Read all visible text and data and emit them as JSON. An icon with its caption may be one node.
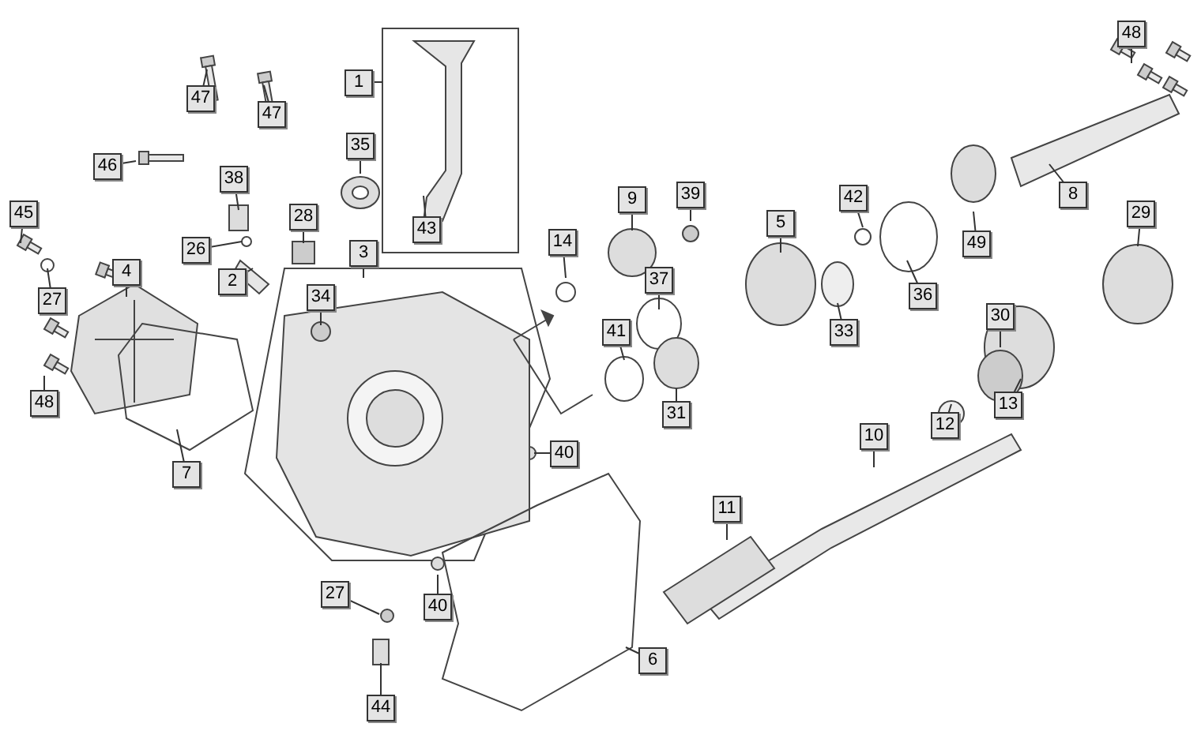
{
  "diagram": {
    "nodes": [
      {
        "text": [
          "48"
        ]
      },
      {
        "text": [
          "1"
        ]
      },
      {
        "text": [
          "47"
        ]
      },
      {
        "text": [
          "47"
        ]
      },
      {
        "text": [
          "35"
        ]
      },
      {
        "text": [
          "46"
        ]
      },
      {
        "text": [
          "38"
        ]
      },
      {
        "text": [
          "8"
        ]
      },
      {
        "text": [
          "9"
        ]
      },
      {
        "text": [
          "39"
        ]
      },
      {
        "text": [
          "42"
        ]
      },
      {
        "text": [
          "29"
        ]
      },
      {
        "text": [
          "45"
        ]
      },
      {
        "text": [
          "28"
        ]
      },
      {
        "text": [
          "5"
        ]
      },
      {
        "text": [
          "43"
        ]
      },
      {
        "text": [
          "26"
        ]
      },
      {
        "text": [
          "14"
        ]
      },
      {
        "text": [
          "49"
        ]
      },
      {
        "text": [
          "3"
        ]
      },
      {
        "text": [
          "4"
        ]
      },
      {
        "text": [
          "2"
        ]
      },
      {
        "text": [
          "37"
        ]
      },
      {
        "text": [
          "36"
        ]
      },
      {
        "text": [
          "27"
        ]
      },
      {
        "text": [
          "34"
        ]
      },
      {
        "text": [
          "30"
        ]
      },
      {
        "text": [
          "41"
        ]
      },
      {
        "text": [
          "33"
        ]
      },
      {
        "text": [
          "48"
        ]
      },
      {
        "text": [
          "13"
        ]
      },
      {
        "text": [
          "31"
        ]
      },
      {
        "text": [
          "12"
        ]
      },
      {
        "text": [
          "10"
        ]
      },
      {
        "text": [
          "40"
        ]
      },
      {
        "text": [
          "7"
        ]
      },
      {
        "text": [
          "11"
        ]
      },
      {
        "text": [
          "40"
        ]
      },
      {
        "text": [
          "27"
        ]
      },
      {
        "text": [
          "6"
        ]
      },
      {
        "text": [
          "44"
        ]
      }
    ],
    "edges": [
      {
        "from": 0,
        "to": null,
        "arrow": "none"
      },
      {
        "from": 1,
        "to": null,
        "arrow": "none"
      },
      {
        "from": 2,
        "to": null,
        "arrow": "none"
      },
      {
        "from": 3,
        "to": null,
        "arrow": "none"
      },
      {
        "from": 4,
        "to": null,
        "arrow": "none"
      },
      {
        "from": 5,
        "to": null,
        "arrow": "none"
      },
      {
        "from": 6,
        "to": null,
        "arrow": "none"
      },
      {
        "from": 7,
        "to": null,
        "arrow": "none"
      },
      {
        "from": 8,
        "to": null,
        "arrow": "none"
      },
      {
        "from": 9,
        "to": null,
        "arrow": "none"
      },
      {
        "from": 10,
        "to": null,
        "arrow": "none"
      },
      {
        "from": 11,
        "to": null,
        "arrow": "none"
      },
      {
        "from": 12,
        "to": null,
        "arrow": "none"
      },
      {
        "from": 13,
        "to": null,
        "arrow": "none"
      },
      {
        "from": 14,
        "to": null,
        "arrow": "none"
      },
      {
        "from": 15,
        "to": null,
        "arrow": "none"
      },
      {
        "from": 16,
        "to": null,
        "arrow": "none"
      },
      {
        "from": 17,
        "to": null,
        "arrow": "none"
      },
      {
        "from": 18,
        "to": null,
        "arrow": "none"
      },
      {
        "from": 19,
        "to": null,
        "arrow": "none"
      },
      {
        "from": 20,
        "to": null,
        "arrow": "none"
      },
      {
        "from": 21,
        "to": null,
        "arrow": "none"
      },
      {
        "from": 22,
        "to": null,
        "arrow": "none"
      },
      {
        "from": 23,
        "to": null,
        "arrow": "none"
      },
      {
        "from": 24,
        "to": null,
        "arrow": "none"
      },
      {
        "from": 25,
        "to": null,
        "arrow": "none"
      },
      {
        "from": 26,
        "to": null,
        "arrow": "none"
      },
      {
        "from": 27,
        "to": null,
        "arrow": "none"
      },
      {
        "from": 28,
        "to": null,
        "arrow": "none"
      },
      {
        "from": 29,
        "to": null,
        "arrow": "none"
      },
      {
        "from": 30,
        "to": null,
        "arrow": "none"
      },
      {
        "from": 31,
        "to": null,
        "arrow": "none"
      },
      {
        "from": 32,
        "to": null,
        "arrow": "none"
      },
      {
        "from": 33,
        "to": null,
        "arrow": "none"
      },
      {
        "from": 34,
        "to": null,
        "arrow": "none"
      },
      {
        "from": 35,
        "to": null,
        "arrow": "none"
      },
      {
        "from": 36,
        "to": null,
        "arrow": "none"
      },
      {
        "from": 37,
        "to": null,
        "arrow": "none"
      },
      {
        "from": 38,
        "to": null,
        "arrow": "none"
      },
      {
        "from": 39,
        "to": null,
        "arrow": "none"
      },
      {
        "from": 40,
        "to": null,
        "arrow": "none"
      }
    ]
  }
}
